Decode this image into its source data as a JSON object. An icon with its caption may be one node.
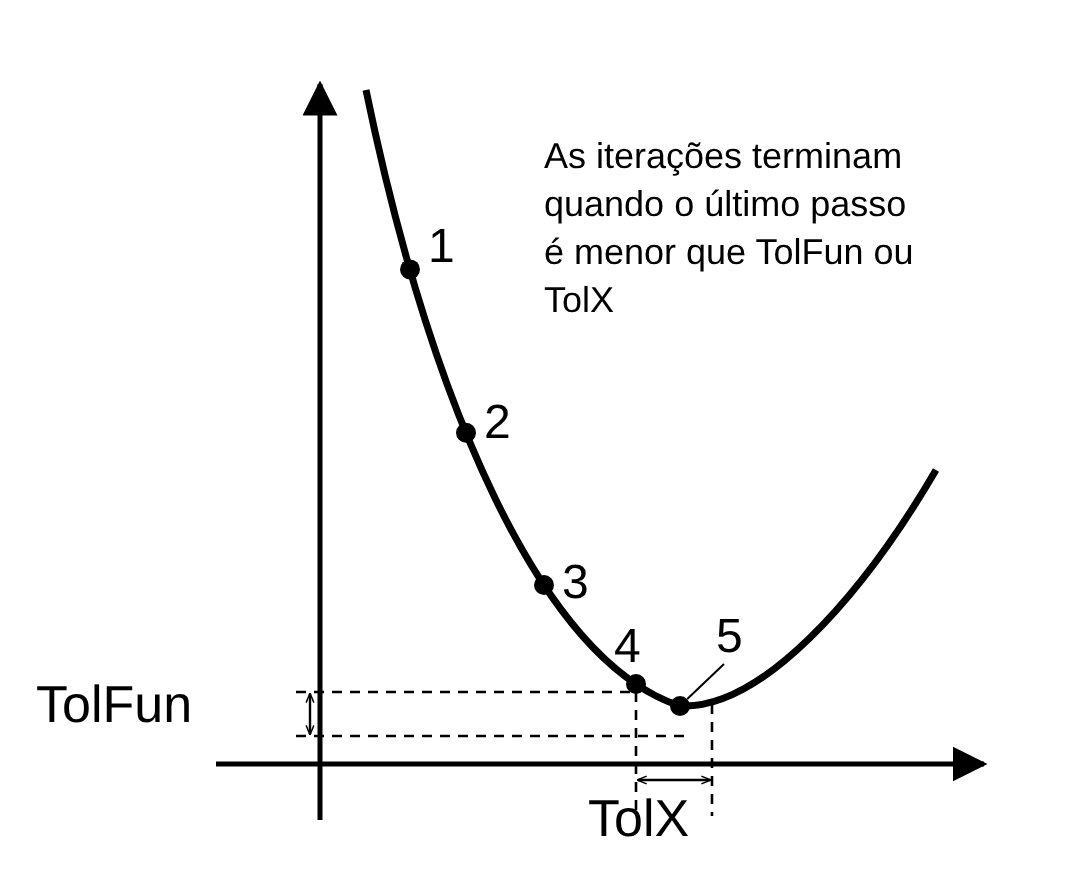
{
  "diagram": {
    "nodes": [
      {
        "text": [],
        "shape": "circle"
      },
      {
        "text": [],
        "shape": "circle"
      },
      {
        "text": [],
        "shape": "circle"
      },
      {
        "text": [],
        "shape": "circle"
      },
      {
        "text": [
          "5"
        ]
      },
      {
        "text": [],
        "shape": "circle"
      }
    ],
    "edges": [
      {
        "from": 4,
        "to": 5,
        "arrow": "none"
      }
    ],
    "labels": [
      "As iterações terminam quando o último passo é menor que TolFun ou TolX",
      "1",
      "2",
      "3",
      "4",
      "TolFun",
      "TolX"
    ]
  }
}
